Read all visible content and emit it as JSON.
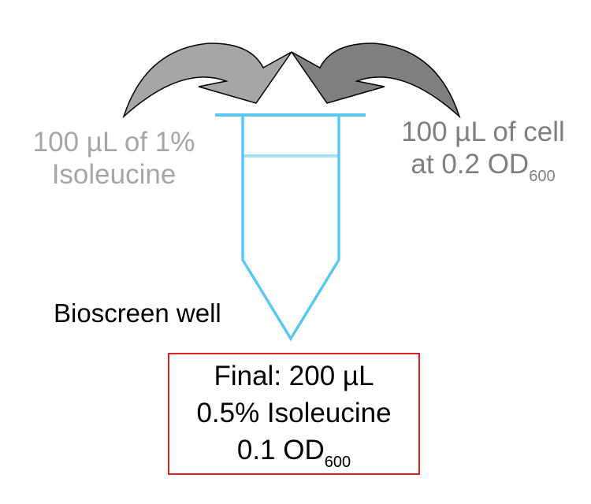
{
  "left_label": {
    "line1": "100 µL of 1%",
    "line2": "Isoleucine"
  },
  "right_label": {
    "line1": "100 µL of cell",
    "line2": "at 0.2 OD",
    "line2_sub": "600"
  },
  "well_label": "Bioscreen well",
  "final_box": {
    "line1": "Final: 200 µL",
    "line2": "0.5% Isoleucine",
    "line3": "0.1 OD",
    "line3_sub": "600"
  },
  "colors": {
    "tube": "#5bc8ef",
    "meniscus": "#a6e0f5",
    "left_arrow": "#a6a6a6",
    "right_arrow": "#7f7f7f",
    "box_border": "#e02020"
  }
}
